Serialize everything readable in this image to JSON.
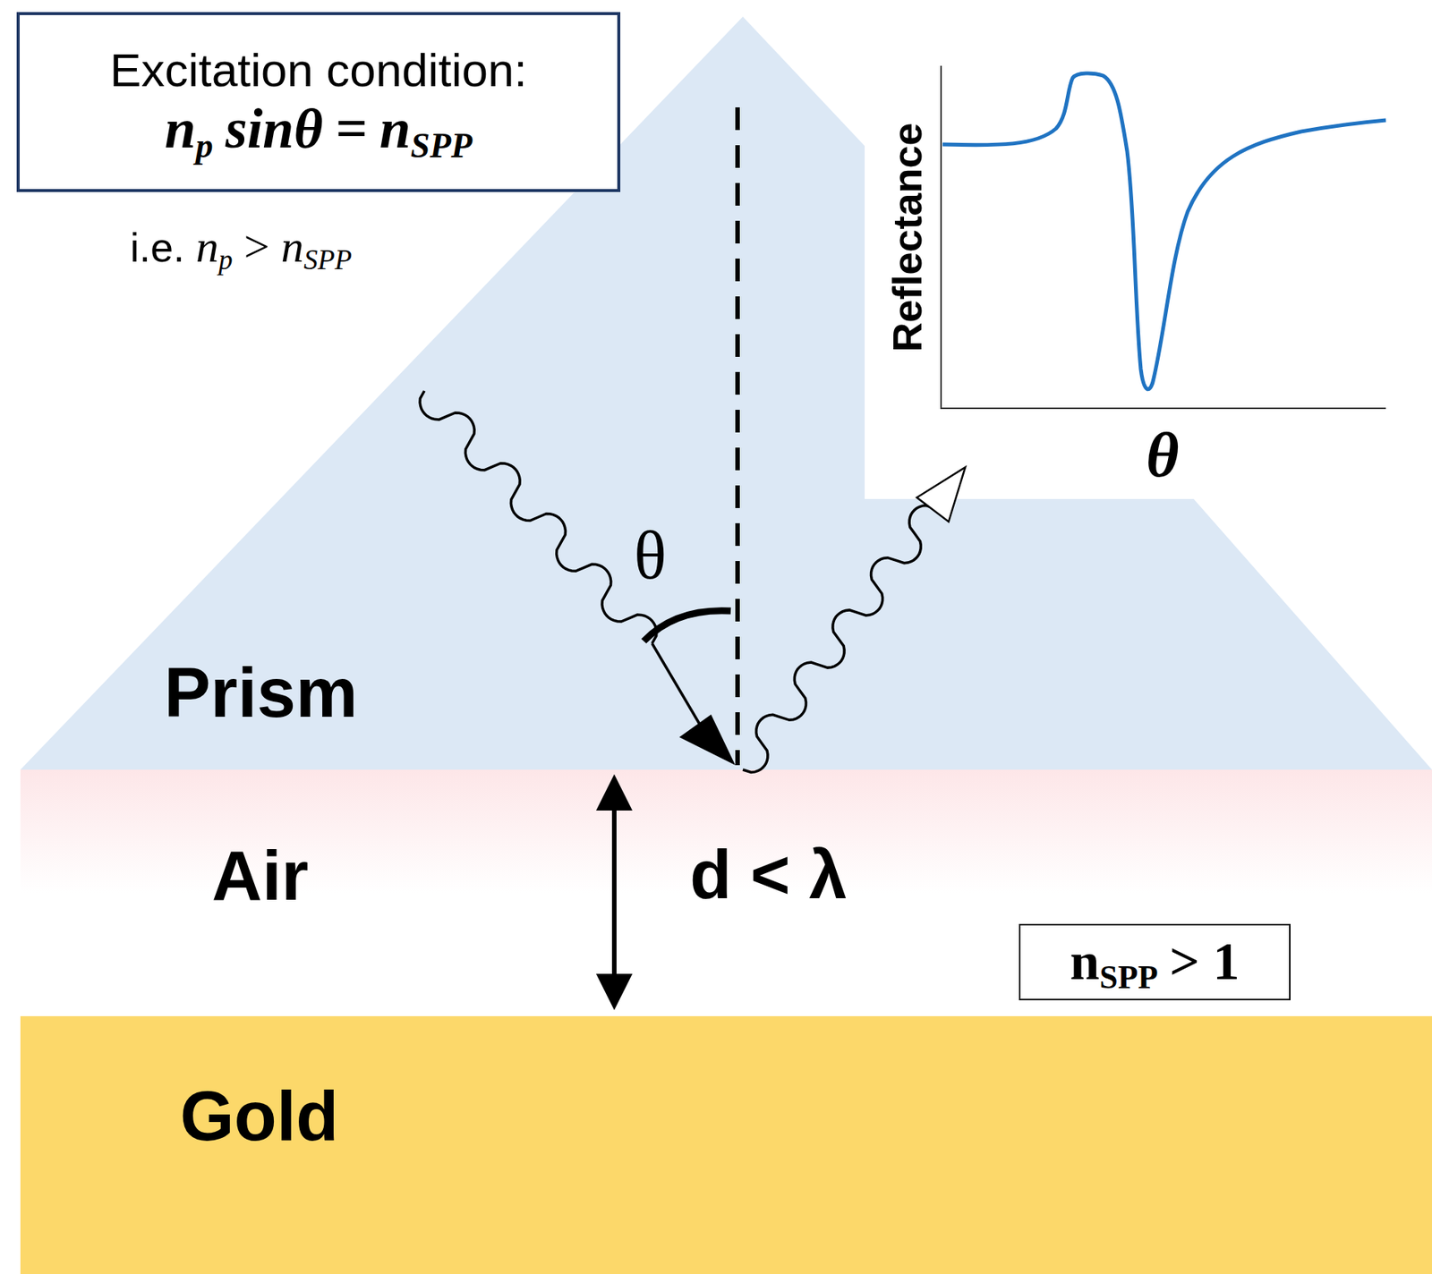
{
  "diagram": {
    "nodes": [
      {
        "text": [
          "Excitation condition:",
          "n",
          "p",
          "sinθ",
          "=",
          "n",
          "SPP"
        ]
      },
      {
        "text": [
          "n",
          "SPP",
          "> 1"
        ]
      }
    ],
    "labels": [
      "i.e.",
      "n",
      "p",
      ">",
      "n",
      "SPP",
      "Prism",
      "θ",
      "Air",
      "d < λ",
      "Gold",
      "Reflectance",
      "θ"
    ]
  }
}
